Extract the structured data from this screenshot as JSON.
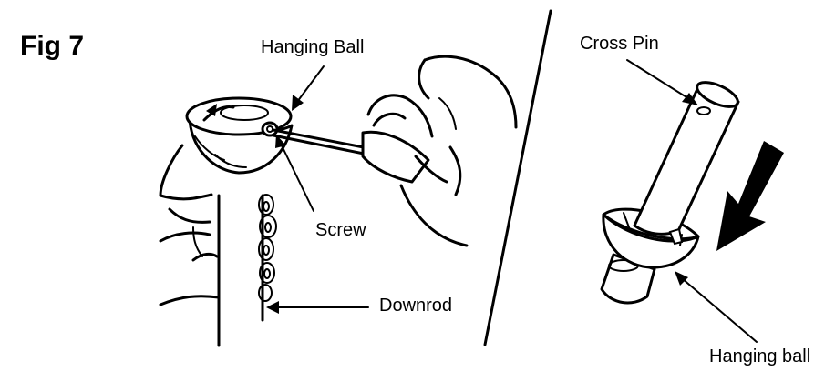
{
  "figure": {
    "title": "Fig 7"
  },
  "labels": {
    "hanging_ball_left": "Hanging Ball",
    "screw": "Screw",
    "downrod": "Downrod",
    "cross_pin": "Cross Pin",
    "hanging_ball_right": "Hanging ball"
  },
  "colors": {
    "line": "#000000",
    "background": "#ffffff"
  }
}
